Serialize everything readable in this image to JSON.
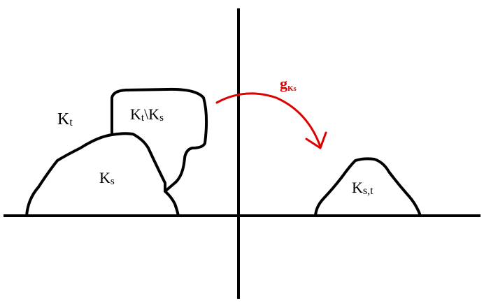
{
  "labels": {
    "kt": "K",
    "kt_sub": "t",
    "kt_minus_ks_k1": "K",
    "kt_minus_ks_t": "t",
    "kt_minus_ks_sep": "\\K",
    "kt_minus_ks_s": "s",
    "ks": "K",
    "ks_sub": "s",
    "kst": "K",
    "kst_sub": "s,t",
    "map": "g",
    "map_sub": "Ks"
  },
  "colors": {
    "ink": "#000000",
    "map": "#e00000"
  }
}
